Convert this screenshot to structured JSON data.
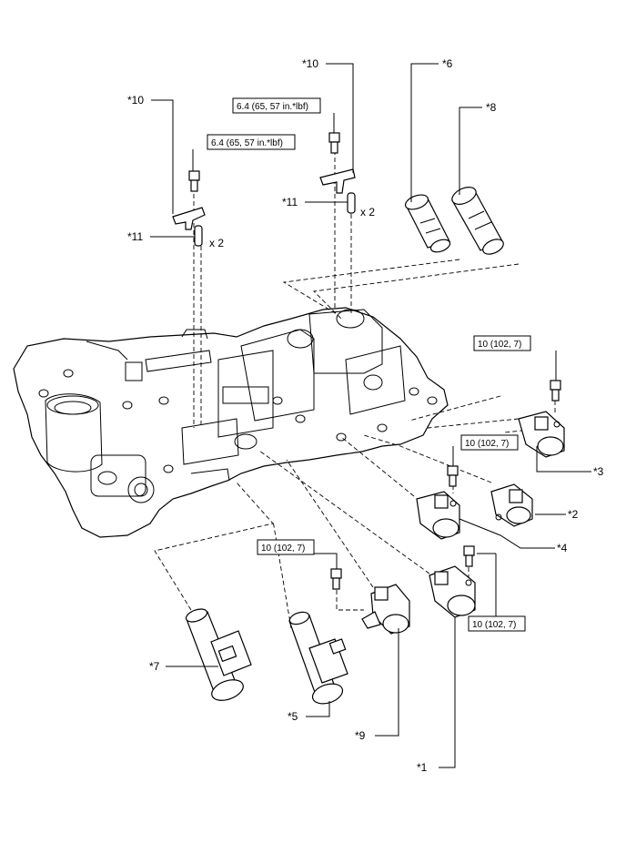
{
  "callouts": {
    "c1": "*1",
    "c2": "*2",
    "c3": "*3",
    "c4": "*4",
    "c5": "*5",
    "c6": "*6",
    "c7": "*7",
    "c8": "*8",
    "c9": "*9",
    "c10a": "*10",
    "c10b": "*10",
    "c11a": "*11",
    "c11b": "*11"
  },
  "torque": {
    "t1": "6.4 (65, 57 in.*lbf)",
    "t2": "6.4 (65, 57 in.*lbf)",
    "t3": "10 (102, 7)",
    "t4": "10 (102, 7)",
    "t5": "10 (102, 7)",
    "t6": "10 (102, 7)"
  },
  "qty": {
    "q1": "x 2",
    "q2": "x 2"
  }
}
